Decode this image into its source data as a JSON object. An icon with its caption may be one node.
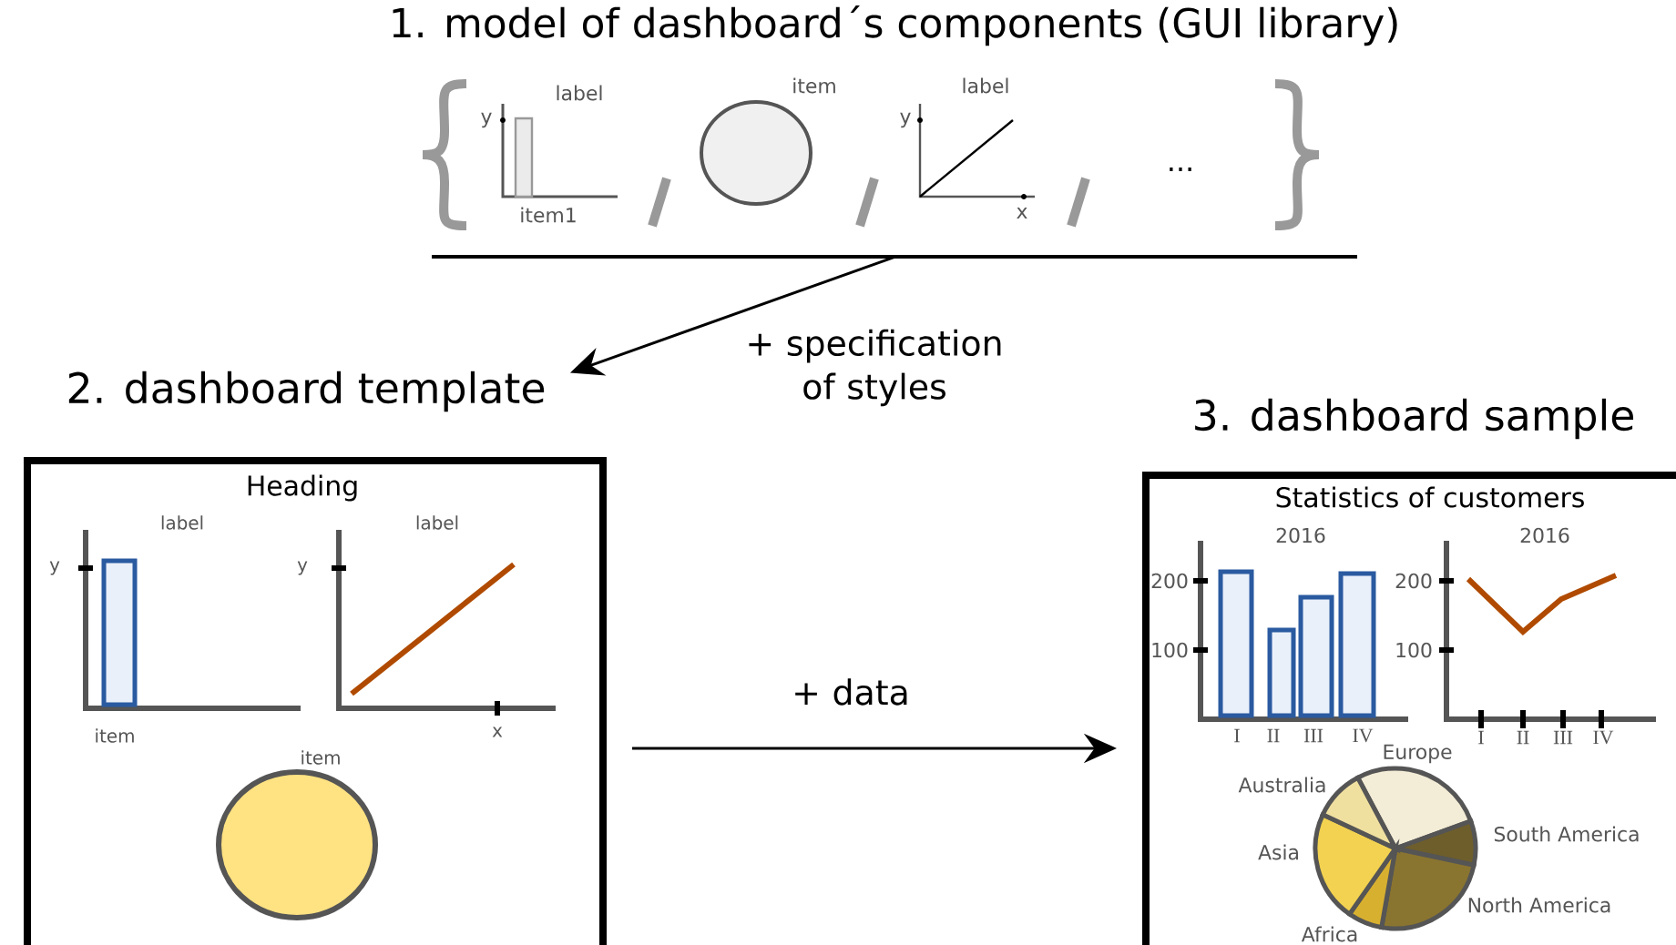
{
  "diagram": {
    "nodes": [
      {
        "text": [
          "1. model of dashboard´s components (GUI library)"
        ]
      },
      {
        "text": [
          "2. dashboard template",
          "Heading"
        ]
      },
      {
        "text": [
          "3. dashboard sample",
          "Statistics of customers"
        ]
      }
    ],
    "edges": [
      {
        "from": 0,
        "to": 1,
        "arrow": "to",
        "label": "+ specification of styles"
      },
      {
        "from": 1,
        "to": 2,
        "arrow": "to",
        "label": "+ data"
      }
    ],
    "labels": [
      "label",
      "y",
      "item1",
      "item",
      "label",
      "y",
      "x",
      "...",
      "label",
      "y",
      "item",
      "label",
      "y",
      "x",
      "item",
      "2016",
      "200",
      "100",
      "I",
      "II",
      "III",
      "IV",
      "2016",
      "200",
      "100",
      "I",
      "II",
      "III",
      "IV",
      "Europe",
      "Australia",
      "South America",
      "Asia",
      "North America",
      "Africa"
    ]
  }
}
